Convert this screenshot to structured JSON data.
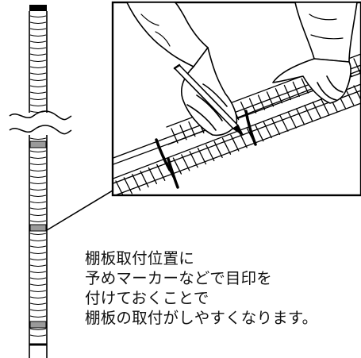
{
  "caption": {
    "lines": [
      "棚板取付位置に",
      "予めマーカーなどで目印を",
      "付けておくことで",
      "棚板の取付がしやすくなります。"
    ]
  },
  "illustration": {
    "pole_icon": "vertical-grooved-pole-icon",
    "break_icon": "wavy-break-mark-icon",
    "detail_icon": "hand-marking-pole-with-pen-icon",
    "ink": "#000000",
    "marker_band_fill": "#9a9a9a"
  }
}
